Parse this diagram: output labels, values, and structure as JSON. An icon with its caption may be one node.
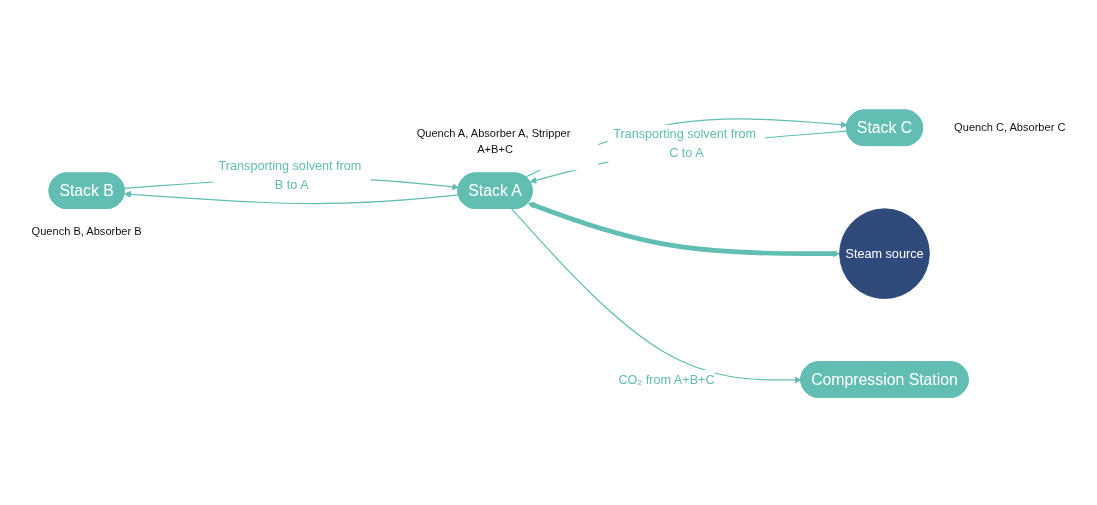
{
  "diagram": {
    "nodes": [
      {
        "text": [
          "Stack B"
        ],
        "beside": [
          "Quench B, Absorber B"
        ]
      },
      {
        "text": [
          "Stack A"
        ],
        "beside": [
          "Quench A, Absorber A, Stripper A+B+C"
        ]
      },
      {
        "text": [
          "Steam source"
        ]
      },
      {
        "text": [
          "Stack C"
        ],
        "beside": [
          "Quench C, Absorber C"
        ]
      },
      {
        "text": [
          "Compression Station"
        ]
      }
    ],
    "edges": [
      {
        "from": 0,
        "to": 1,
        "arrow": "to",
        "label": "Transporting solvent from B to A"
      },
      {
        "from": 1,
        "to": 0,
        "arrow": "to"
      },
      {
        "from": 1,
        "to": 3,
        "arrow": "to"
      },
      {
        "from": 3,
        "to": 1,
        "arrow": "to",
        "label": "Transporting solvent from C to A"
      },
      {
        "from": 1,
        "to": 2,
        "arrow": "both",
        "style": "thick"
      },
      {
        "from": 1,
        "to": 4,
        "arrow": "to",
        "label": "CO₂ from A+B+C"
      }
    ]
  }
}
